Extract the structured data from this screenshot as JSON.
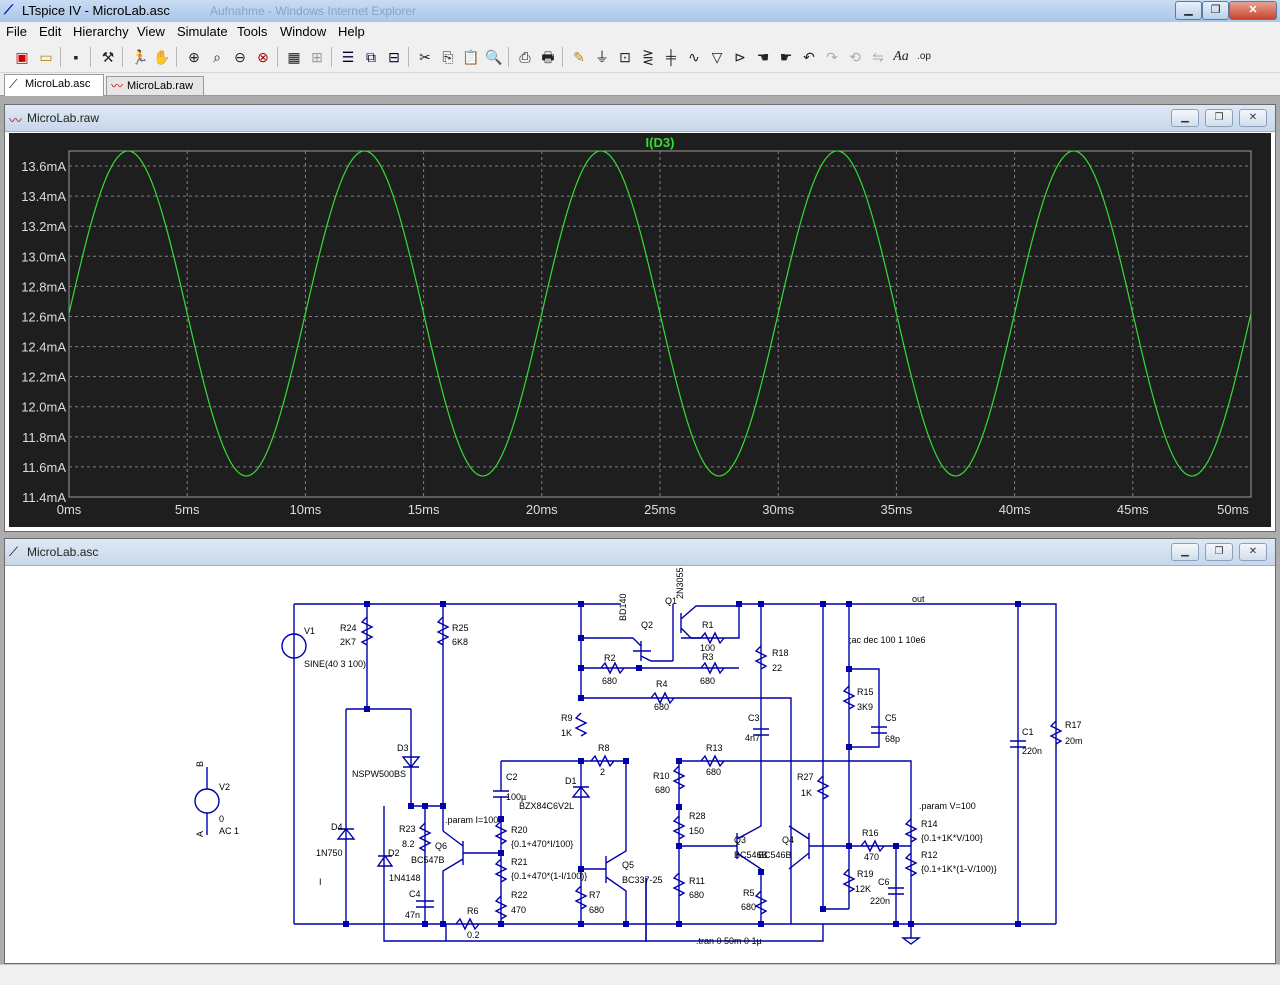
{
  "window": {
    "title": "LTspice IV - MicroLab.asc",
    "faded_title": "Aufnahme - Windows Internet Explorer"
  },
  "menu": [
    "File",
    "Edit",
    "Hierarchy",
    "View",
    "Simulate",
    "Tools",
    "Window",
    "Help"
  ],
  "tabs": [
    {
      "label": "MicroLab.asc",
      "active": true
    },
    {
      "label": "MicroLab.raw",
      "active": false
    }
  ],
  "waveform": {
    "window_title": "MicroLab.raw",
    "background": "#1e1e1e",
    "trace_color": "#33dd33"
  },
  "chart_data": {
    "type": "line",
    "title": "I(D3)",
    "xlim": [
      0,
      50
    ],
    "ylim": [
      11.4,
      13.7
    ],
    "x_ticks": [
      "0ms",
      "5ms",
      "10ms",
      "15ms",
      "20ms",
      "25ms",
      "30ms",
      "35ms",
      "40ms",
      "45ms",
      "50ms"
    ],
    "y_ticks": [
      "11.4mA",
      "11.6mA",
      "11.8mA",
      "12.0mA",
      "12.2mA",
      "12.4mA",
      "12.6mA",
      "12.8mA",
      "13.0mA",
      "13.2mA",
      "13.4mA",
      "13.6mA"
    ],
    "series": [
      {
        "name": "I(D3)",
        "color": "#33dd33",
        "offset_mA": 12.62,
        "amplitude_mA": 1.08,
        "frequency_Hz": 100,
        "x_start_ms": 0,
        "x_end_ms": 50
      }
    ],
    "grid": true
  },
  "schematic": {
    "window_title": "MicroLab.asc",
    "wire_color": "#0000aa",
    "labels": [
      {
        "id": "v1",
        "text": "V1"
      },
      {
        "id": "v1v",
        "text": "SINE(40 3 100)"
      },
      {
        "id": "r24",
        "text": "R24"
      },
      {
        "id": "r24v",
        "text": "2K7"
      },
      {
        "id": "r25",
        "text": "R25"
      },
      {
        "id": "r25v",
        "text": "6K8"
      },
      {
        "id": "d3",
        "text": "D3"
      },
      {
        "id": "d3v",
        "text": "NSPW500BS"
      },
      {
        "id": "d4",
        "text": "D4"
      },
      {
        "id": "d4v",
        "text": "1N750"
      },
      {
        "id": "d2",
        "text": "D2"
      },
      {
        "id": "d2v",
        "text": "1N4148"
      },
      {
        "id": "r23",
        "text": "R23"
      },
      {
        "id": "r23v",
        "text": "8.2"
      },
      {
        "id": "c4",
        "text": "C4"
      },
      {
        "id": "c4v",
        "text": "47n"
      },
      {
        "id": "q6",
        "text": "Q6"
      },
      {
        "id": "q6v",
        "text": "BC547B"
      },
      {
        "id": "param_i",
        "text": ".param I=100"
      },
      {
        "id": "c2",
        "text": "C2"
      },
      {
        "id": "c2v",
        "text": "100µ"
      },
      {
        "id": "d1",
        "text": "D1"
      },
      {
        "id": "d1v",
        "text": "BZX84C6V2L"
      },
      {
        "id": "r20",
        "text": "R20"
      },
      {
        "id": "r20v",
        "text": "{0.1+470*I/100}"
      },
      {
        "id": "r21",
        "text": "R21"
      },
      {
        "id": "r21v",
        "text": "{0.1+470*(1-I/100)}"
      },
      {
        "id": "r22",
        "text": "R22"
      },
      {
        "id": "r22v",
        "text": "470"
      },
      {
        "id": "r6",
        "text": "R6"
      },
      {
        "id": "r6v",
        "text": "0.2"
      },
      {
        "id": "r7",
        "text": "R7"
      },
      {
        "id": "r7v",
        "text": "680"
      },
      {
        "id": "q5",
        "text": "Q5"
      },
      {
        "id": "q5v",
        "text": "BC337-25"
      },
      {
        "id": "r9",
        "text": "R9"
      },
      {
        "id": "r9v",
        "text": "1K"
      },
      {
        "id": "r8",
        "text": "R8"
      },
      {
        "id": "r8v",
        "text": "2"
      },
      {
        "id": "r2",
        "text": "R2"
      },
      {
        "id": "r2v",
        "text": "680"
      },
      {
        "id": "r3",
        "text": "R3"
      },
      {
        "id": "r3v",
        "text": "680"
      },
      {
        "id": "r4",
        "text": "R4"
      },
      {
        "id": "r4v",
        "text": "680"
      },
      {
        "id": "r1",
        "text": "R1"
      },
      {
        "id": "r1v",
        "text": "100"
      },
      {
        "id": "q2",
        "text": "Q2"
      },
      {
        "id": "q2v",
        "text": "BD140"
      },
      {
        "id": "q1",
        "text": "Q1"
      },
      {
        "id": "q1v",
        "text": "2N3055"
      },
      {
        "id": "r10",
        "text": "R10"
      },
      {
        "id": "r10v",
        "text": "680"
      },
      {
        "id": "r13",
        "text": "R13"
      },
      {
        "id": "r13v",
        "text": "680"
      },
      {
        "id": "r28",
        "text": "R28"
      },
      {
        "id": "r28v",
        "text": "150"
      },
      {
        "id": "r11",
        "text": "R11"
      },
      {
        "id": "r11v",
        "text": "680"
      },
      {
        "id": "r5",
        "text": "R5"
      },
      {
        "id": "r5v",
        "text": "680"
      },
      {
        "id": "q3",
        "text": "Q3"
      },
      {
        "id": "q3v",
        "text": "BC546B"
      },
      {
        "id": "q4",
        "text": "Q4"
      },
      {
        "id": "q4v",
        "text": "BC546B"
      },
      {
        "id": "r18",
        "text": "R18"
      },
      {
        "id": "r18v",
        "text": "22"
      },
      {
        "id": "c3",
        "text": "C3"
      },
      {
        "id": "c3v",
        "text": "4n7"
      },
      {
        "id": "r27",
        "text": "R27"
      },
      {
        "id": "r27v",
        "text": "1K"
      },
      {
        "id": "r15",
        "text": "R15"
      },
      {
        "id": "r15v",
        "text": "3K9"
      },
      {
        "id": "c5",
        "text": "C5"
      },
      {
        "id": "c5v",
        "text": "68p"
      },
      {
        "id": "ac",
        "text": ";ac dec 100 1 10e6"
      },
      {
        "id": "out",
        "text": "out"
      },
      {
        "id": "r16",
        "text": "R16"
      },
      {
        "id": "r16v",
        "text": "470"
      },
      {
        "id": "r19",
        "text": "R19"
      },
      {
        "id": "r19v",
        "text": "12K"
      },
      {
        "id": "c6",
        "text": "C6"
      },
      {
        "id": "c6v",
        "text": "220n"
      },
      {
        "id": "param_v",
        "text": ".param V=100"
      },
      {
        "id": "r14",
        "text": "R14"
      },
      {
        "id": "r14v",
        "text": "{0.1+1K*V/100}"
      },
      {
        "id": "r12",
        "text": "R12"
      },
      {
        "id": "r12v",
        "text": "{0.1+1K*(1-V/100)}"
      },
      {
        "id": "c1",
        "text": "C1"
      },
      {
        "id": "c1v",
        "text": "220n"
      },
      {
        "id": "r17",
        "text": "R17"
      },
      {
        "id": "r17v",
        "text": "20m"
      },
      {
        "id": "v2",
        "text": "V2"
      },
      {
        "id": "v2v",
        "text": "0"
      },
      {
        "id": "v2ac",
        "text": "AC 1"
      },
      {
        "id": "b_top",
        "text": "B"
      },
      {
        "id": "a_bot",
        "text": "A"
      },
      {
        "id": "net_i",
        "text": "I"
      },
      {
        "id": "tran",
        "text": ".tran 0 50m 0 1µ"
      }
    ]
  }
}
